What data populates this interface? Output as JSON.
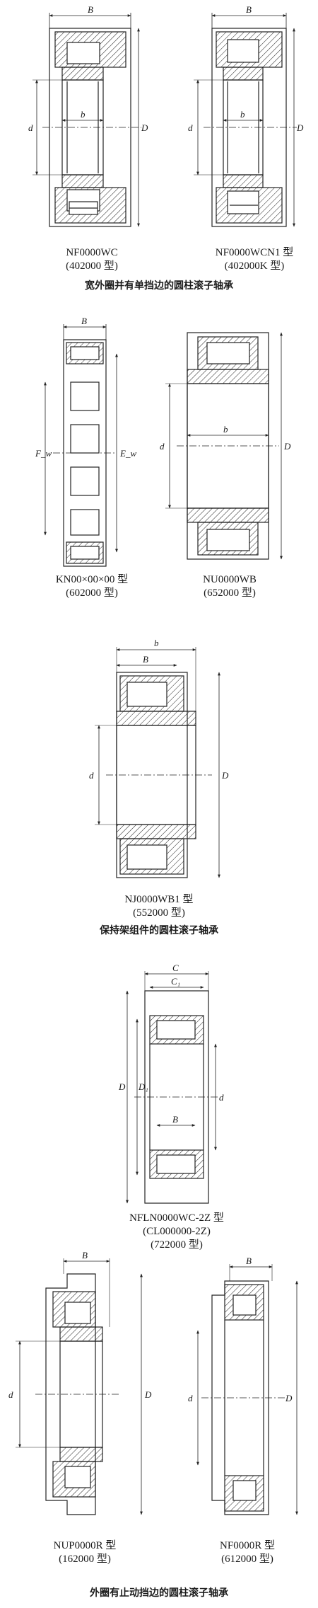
{
  "figures": {
    "f1": {
      "model": "NF0000WC",
      "series": "(402000 型)",
      "dims": {
        "width": "B",
        "bore": "d",
        "outer": "D",
        "wide": "b"
      }
    },
    "f2": {
      "model": "NF0000WCN1 型",
      "series": "(402000K 型)",
      "dims": {
        "width": "B",
        "bore": "d",
        "outer": "D",
        "wide": "b"
      }
    },
    "f3": {
      "model": "KN00×00×00 型",
      "series": "(602000 型)",
      "dims": {
        "width": "B",
        "fw": "F_w",
        "ew": "E_w"
      }
    },
    "f4": {
      "model": "NU0000WB",
      "series": "(652000 型)",
      "dims": {
        "bore": "d",
        "outer": "D",
        "wide": "b"
      }
    },
    "f5": {
      "model": "NJ0000WB1 型",
      "series": "(552000 型)",
      "dims": {
        "width": "B",
        "bore": "d",
        "outer": "D",
        "wide": "b"
      }
    },
    "f6": {
      "model": "NFLN0000WC-2Z 型",
      "series1": "(CL000000-2Z)",
      "series2": "(722000 型)",
      "dims": {
        "width": "B",
        "outer": "D",
        "d1": "D₁",
        "bore": "d",
        "c": "C",
        "c1": "C₁"
      }
    },
    "f7": {
      "model": "NUP0000R 型",
      "series": "(162000 型)",
      "dims": {
        "width": "B",
        "bore": "d",
        "outer": "D"
      }
    },
    "f8": {
      "model": "NF0000R 型",
      "series": "(612000 型)",
      "dims": {
        "width": "B",
        "bore": "d",
        "outer": "D"
      }
    }
  },
  "sections": {
    "s1": "宽外圈并有单挡边的圆柱滚子轴承",
    "s2": "保持架组件的圆柱滚子轴承",
    "s3": "外圈有止动挡边的圆柱滚子轴承"
  }
}
